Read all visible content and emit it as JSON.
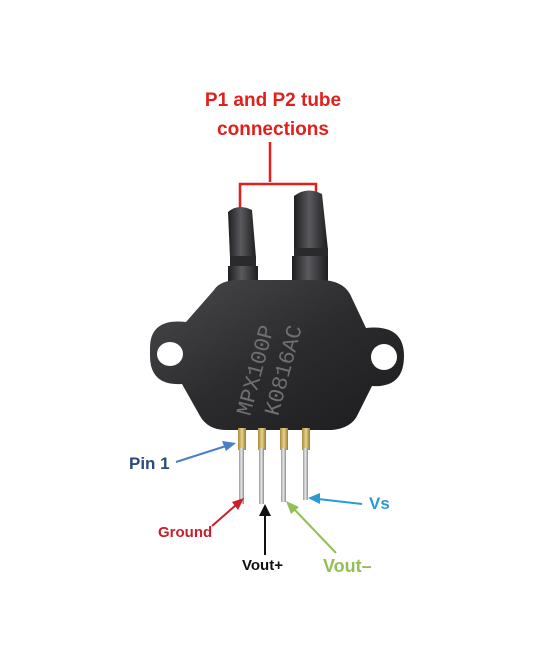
{
  "labels": {
    "title_line1": "P1 and P2 tube",
    "title_line2": "connections",
    "pin1": "Pin 1",
    "ground": "Ground",
    "vout_plus": "Vout+",
    "vout_minus": "Vout–",
    "vs": "Vs"
  },
  "body_marking": {
    "line1": "MPX100P",
    "line2": "K0816AC"
  },
  "colors": {
    "title": "#e0201c",
    "pin1": "#2b4a7a",
    "ground": "#c8202a",
    "vout_plus": "#111111",
    "vout_minus": "#92c054",
    "vs": "#2a9ad4",
    "sensor_body": "#2b2b2d"
  }
}
